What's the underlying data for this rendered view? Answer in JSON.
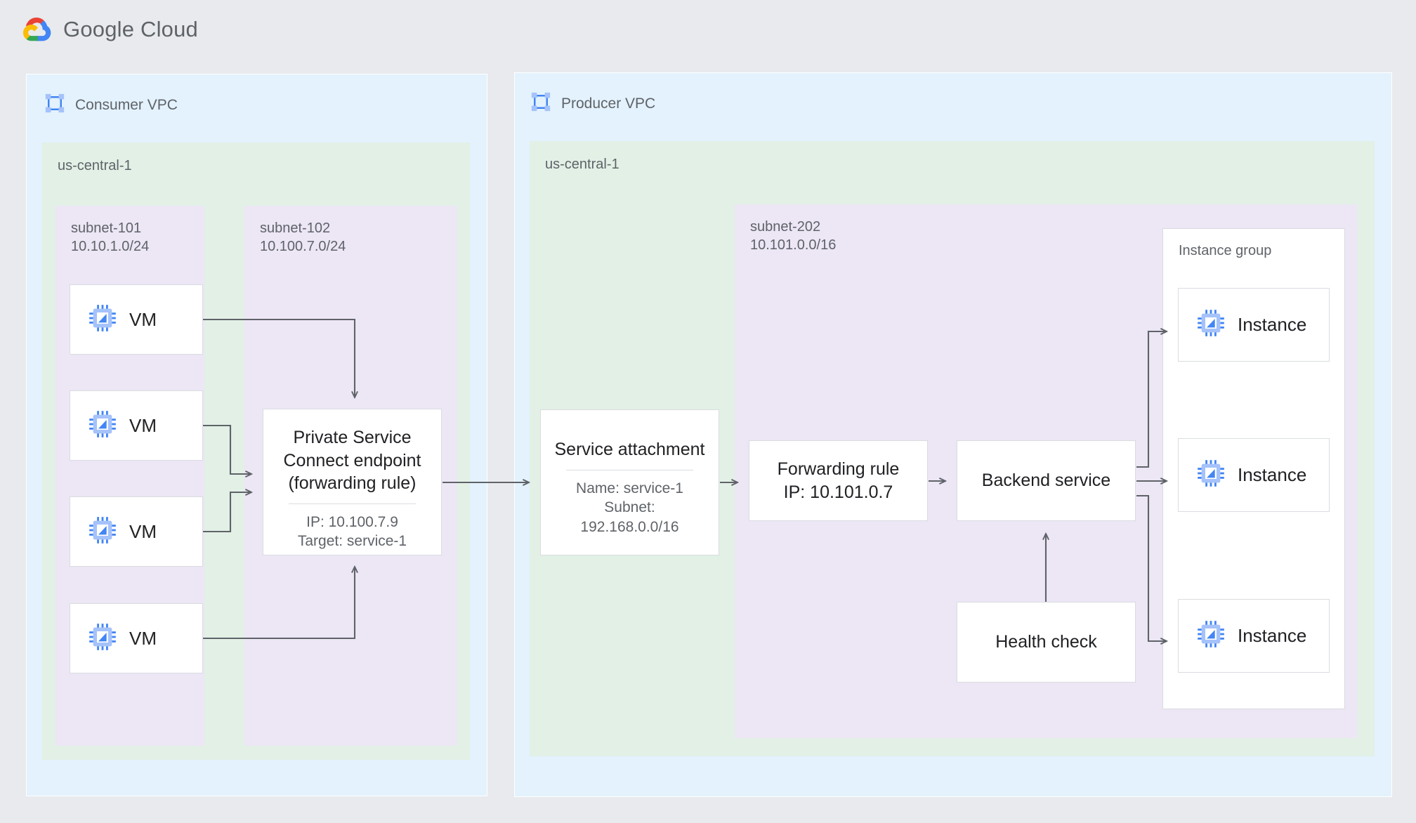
{
  "brand": {
    "name_bold": "Google",
    "name_light": "Cloud",
    "logo_icon": "google-cloud-logo"
  },
  "consumer_vpc": {
    "label": "Consumer VPC",
    "icon": "vpc-icon",
    "region": "us-central-1",
    "subnets": [
      {
        "name": "subnet-101",
        "cidr": "10.10.1.0/24"
      },
      {
        "name": "subnet-102",
        "cidr": "10.100.7.0/24"
      }
    ],
    "vms": [
      {
        "label": "VM",
        "icon": "vm-chip-icon"
      },
      {
        "label": "VM",
        "icon": "vm-chip-icon"
      },
      {
        "label": "VM",
        "icon": "vm-chip-icon"
      },
      {
        "label": "VM",
        "icon": "vm-chip-icon"
      }
    ],
    "psc_endpoint": {
      "title_line1": "Private Service",
      "title_line2": "Connect endpoint",
      "title_line3": "(forwarding rule)",
      "ip": "IP: 10.100.7.9",
      "target": "Target: service-1"
    }
  },
  "producer_vpc": {
    "label": "Producer VPC",
    "icon": "vpc-icon",
    "region": "us-central-1",
    "subnet": {
      "name": "subnet-202",
      "cidr": "10.101.0.0/16"
    },
    "service_attachment": {
      "title": "Service attachment",
      "name": "Name: service-1",
      "subnet_label": "Subnet:",
      "subnet_cidr": "192.168.0.0/16"
    },
    "forwarding_rule": {
      "title": "Forwarding rule",
      "ip": "IP: 10.101.0.7"
    },
    "backend_service": {
      "title": "Backend service"
    },
    "health_check": {
      "title": "Health check"
    },
    "instance_group": {
      "label": "Instance group",
      "instances": [
        {
          "label": "Instance",
          "icon": "vm-chip-icon"
        },
        {
          "label": "Instance",
          "icon": "vm-chip-icon"
        },
        {
          "label": "Instance",
          "icon": "vm-chip-icon"
        }
      ]
    }
  },
  "colors": {
    "page_background": "#e8eaed",
    "vpc_fill": "#e3f2fd",
    "region_fill": "#e2f0e6",
    "subnet_fill": "#ece6f5",
    "card_fill": "#ffffff",
    "card_border": "#dadce0",
    "connector": "#5f6368",
    "text_primary": "#202124",
    "text_secondary": "#5f6368",
    "icon_blue": "#4285f4",
    "icon_blue_light": "#a5c2fa"
  }
}
